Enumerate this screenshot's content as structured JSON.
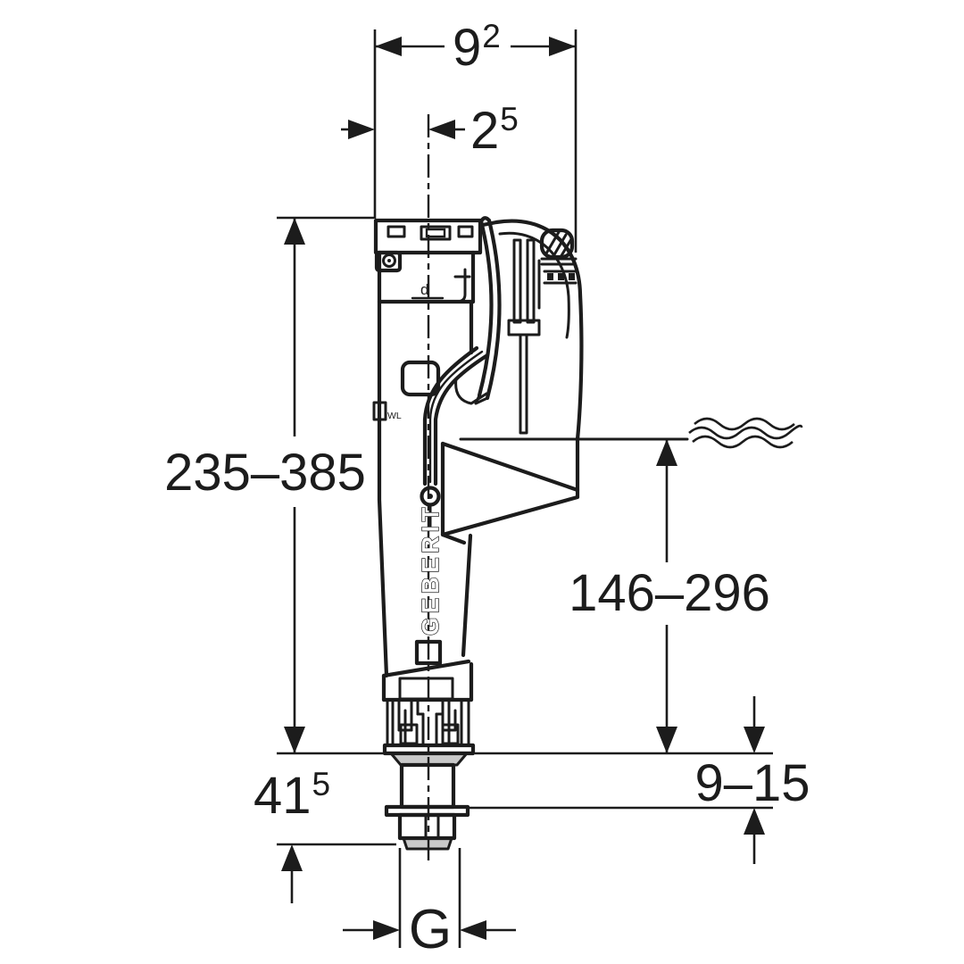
{
  "drawing": {
    "kind": "technical dimension drawing",
    "subject": "side-supply fill valve, side view with tank water level"
  },
  "colors": {
    "line": "#1c1c1c",
    "shade": "#c9c9c9",
    "bg": "#ffffff"
  },
  "dimensions": {
    "width": {
      "main": "9",
      "sup": "2"
    },
    "center_offset": {
      "main": "2",
      "sup": "5"
    },
    "height_range": {
      "label": "235–385"
    },
    "water_level_range": {
      "label": "146–296"
    },
    "shank_length": {
      "main": "41",
      "sup": "5"
    },
    "wall_thickness": {
      "label": "9–15"
    },
    "thread": {
      "label": "G"
    }
  },
  "labels": {
    "brand": "GEBERIT",
    "water_level": "WL",
    "detail": "d"
  }
}
